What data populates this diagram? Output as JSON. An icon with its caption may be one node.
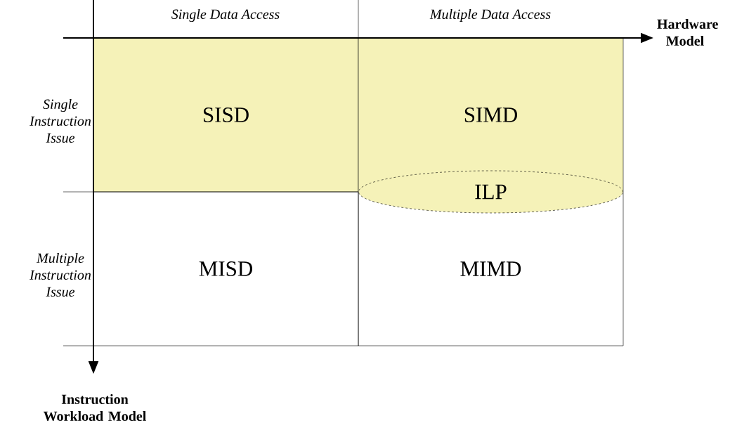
{
  "diagram": {
    "nodes": [
      {
        "text": [
          "SISD"
        ]
      },
      {
        "text": [
          "SIMD"
        ]
      },
      {
        "text": [
          "MISD"
        ]
      },
      {
        "text": [
          "MIMD"
        ]
      },
      {
        "text": [
          "ILP"
        ]
      }
    ],
    "edges": [],
    "labels": [
      "Single Data Access",
      "Multiple Data Access",
      "Hardware Model",
      "Single Instruction Issue",
      "Multiple Instruction Issue",
      "Instruction Workload Model"
    ]
  }
}
